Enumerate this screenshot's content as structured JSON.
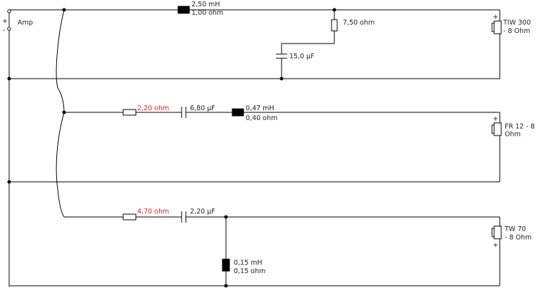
{
  "amp": {
    "plus": "+",
    "minus": "-",
    "label": "Amp"
  },
  "branch_top": {
    "inductor": {
      "value1": "2,50 mH",
      "value2": "1,00 ohm"
    },
    "resistor": {
      "value": "7,50 ohm"
    },
    "capacitor": {
      "value": "15,0 µF"
    },
    "speaker": {
      "name1": "TIW 300",
      "name2": "- 8 Ohm",
      "plus": "+",
      "minus": "-"
    }
  },
  "branch_mid": {
    "resistor": {
      "value": "2,20 ohm"
    },
    "capacitor": {
      "value": "6,80 µF"
    },
    "inductor": {
      "value1": "0,47 mH",
      "value2": "0,40 ohm"
    },
    "speaker": {
      "name1": "FR 12 - 8",
      "name2": "Ohm",
      "plus": "+",
      "minus": "-"
    }
  },
  "branch_bot": {
    "resistor": {
      "value": "4,70 ohm"
    },
    "capacitor": {
      "value": "2,20 µF"
    },
    "inductor": {
      "value1": "0,15 mH",
      "value2": "0,15 ohm"
    },
    "speaker": {
      "name1": "TW 70",
      "name2": "- 8 Ohm",
      "plus": "+",
      "minus": "-"
    }
  },
  "colors": {
    "wire": "#000000",
    "red_value": "#e02020"
  }
}
